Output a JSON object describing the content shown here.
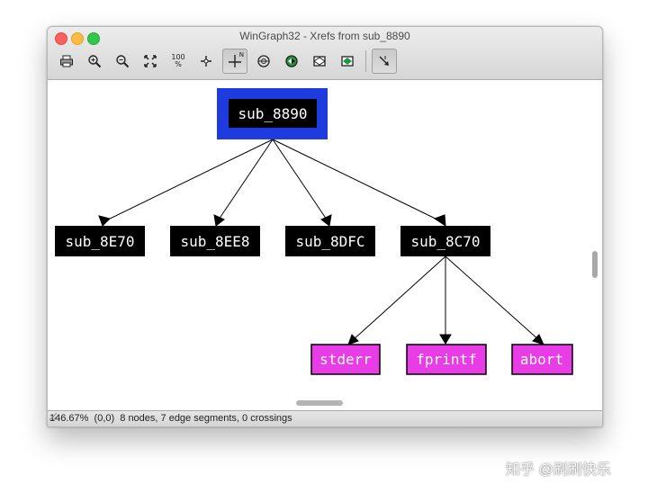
{
  "window": {
    "title": "WinGraph32 - Xrefs from sub_8890",
    "status": "146.67%  (0,0)  8 nodes, 7 edge segments, 0 crossings"
  },
  "toolbar": {
    "zoom100_label": "100\n%",
    "north_label": "N",
    "pressed_tools": [
      "tool-north-button",
      "tool-edge-button"
    ]
  },
  "graph": {
    "root": {
      "label": "sub_8890",
      "fill": "#000000",
      "frame": "#1e3be0",
      "text_color": "#ffffff"
    },
    "level1": [
      {
        "label": "sub_8E70",
        "fill": "#000000",
        "text_color": "#ffffff"
      },
      {
        "label": "sub_8EE8",
        "fill": "#000000",
        "text_color": "#ffffff"
      },
      {
        "label": "sub_8DFC",
        "fill": "#000000",
        "text_color": "#ffffff"
      },
      {
        "label": "sub_8C70",
        "fill": "#000000",
        "text_color": "#ffffff"
      }
    ],
    "level2": [
      {
        "label": "stderr",
        "fill": "#e83ce6",
        "text_color": "#ffffff"
      },
      {
        "label": "fprintf",
        "fill": "#e83ce6",
        "text_color": "#ffffff"
      },
      {
        "label": "abort",
        "fill": "#e83ce6",
        "text_color": "#ffffff"
      }
    ]
  },
  "watermark": "知乎 @刷刷快乐"
}
